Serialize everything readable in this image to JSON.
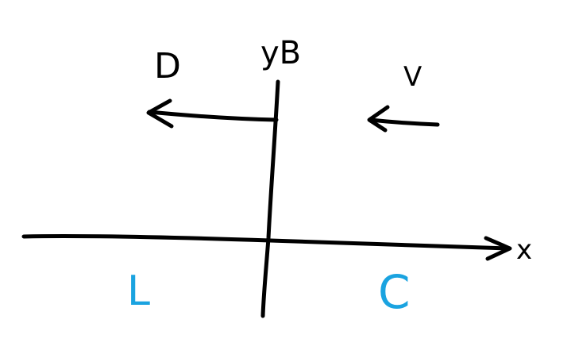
{
  "colors": {
    "ink": "#000000",
    "accent": "#1aa3e0"
  },
  "labels": {
    "y_axis": "yB",
    "x_axis": "x",
    "upper_left": "D",
    "upper_right": "V",
    "lower_left": "L",
    "lower_right": "C"
  }
}
